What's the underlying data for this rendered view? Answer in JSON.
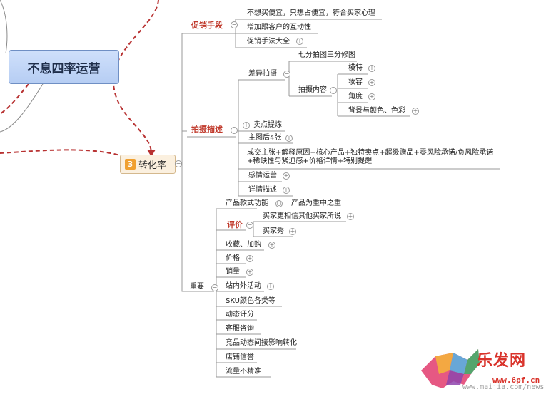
{
  "root": {
    "label": "不息四率运营"
  },
  "center": {
    "number": "3",
    "label": "转化率"
  },
  "branches": {
    "promo": {
      "label": "促销手段",
      "items": [
        "不想买便宜，只想占便宜，符合买家心理",
        "增加跟客户的互动性",
        "促销手法大全"
      ]
    },
    "photo": {
      "label": "拍摄描述",
      "diff": {
        "label": "差异拍摄",
        "first": "七分拍图三分修图",
        "content": {
          "label": "拍摄内容",
          "items": [
            "模特",
            "妆容",
            "角度",
            "背景与颜色、色彩"
          ]
        }
      },
      "selling": "卖点提炼",
      "main_pic": "主图后4张",
      "deal": "成交主张+解释原因+核心产品+独特卖点+超级赠品+零风险承诺/负风险承诺+稀缺性与紧迫感+价格详情+特别提醒",
      "emotion": "感情运营",
      "detail": "详情描述"
    },
    "important": {
      "label": "重要",
      "func": "产品款式功能",
      "func_note": "产品为重中之重",
      "review": {
        "label": "评价",
        "items": [
          "买家更相信其他买家所说",
          "买家秀"
        ]
      },
      "items": [
        "收藏、加购",
        "价格",
        "销量",
        "站内外活动",
        "SKU颜色各类等",
        "动态评分",
        "客服咨询",
        "竞品动态间接影响转化",
        "店铺信誉",
        "流量不精准"
      ]
    }
  },
  "watermark": {
    "logo": "乐发网",
    "site": "www.6pf.cn",
    "url": "www.maijia.com/news"
  },
  "colors": {
    "root_fill": "#c5d9f8",
    "accent_red": "#c0392b",
    "center_badge": "#f0a030"
  }
}
